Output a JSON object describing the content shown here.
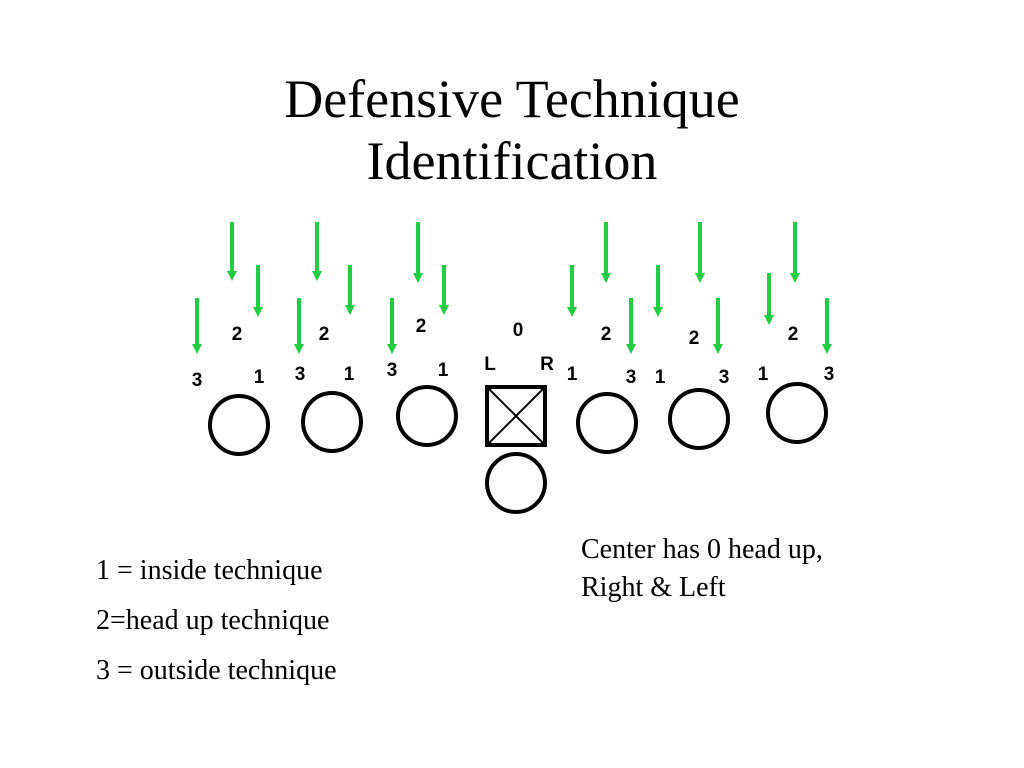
{
  "title": {
    "line1": "Defensive Technique",
    "line2": "Identification"
  },
  "diagram": {
    "arrow_color": "#22cc44",
    "technique_labels": [
      "2",
      "1",
      "3",
      "2",
      "1",
      "3",
      "2",
      "1",
      "3",
      "0",
      "L",
      "R",
      "2",
      "1",
      "3",
      "2",
      "1",
      "3",
      "2",
      "1",
      "3"
    ]
  },
  "legend": [
    "1 = inside technique",
    "2=head up technique",
    "3 = outside technique"
  ],
  "note": {
    "line1": "Center has 0 head up,",
    "line2": "Right & Left"
  }
}
